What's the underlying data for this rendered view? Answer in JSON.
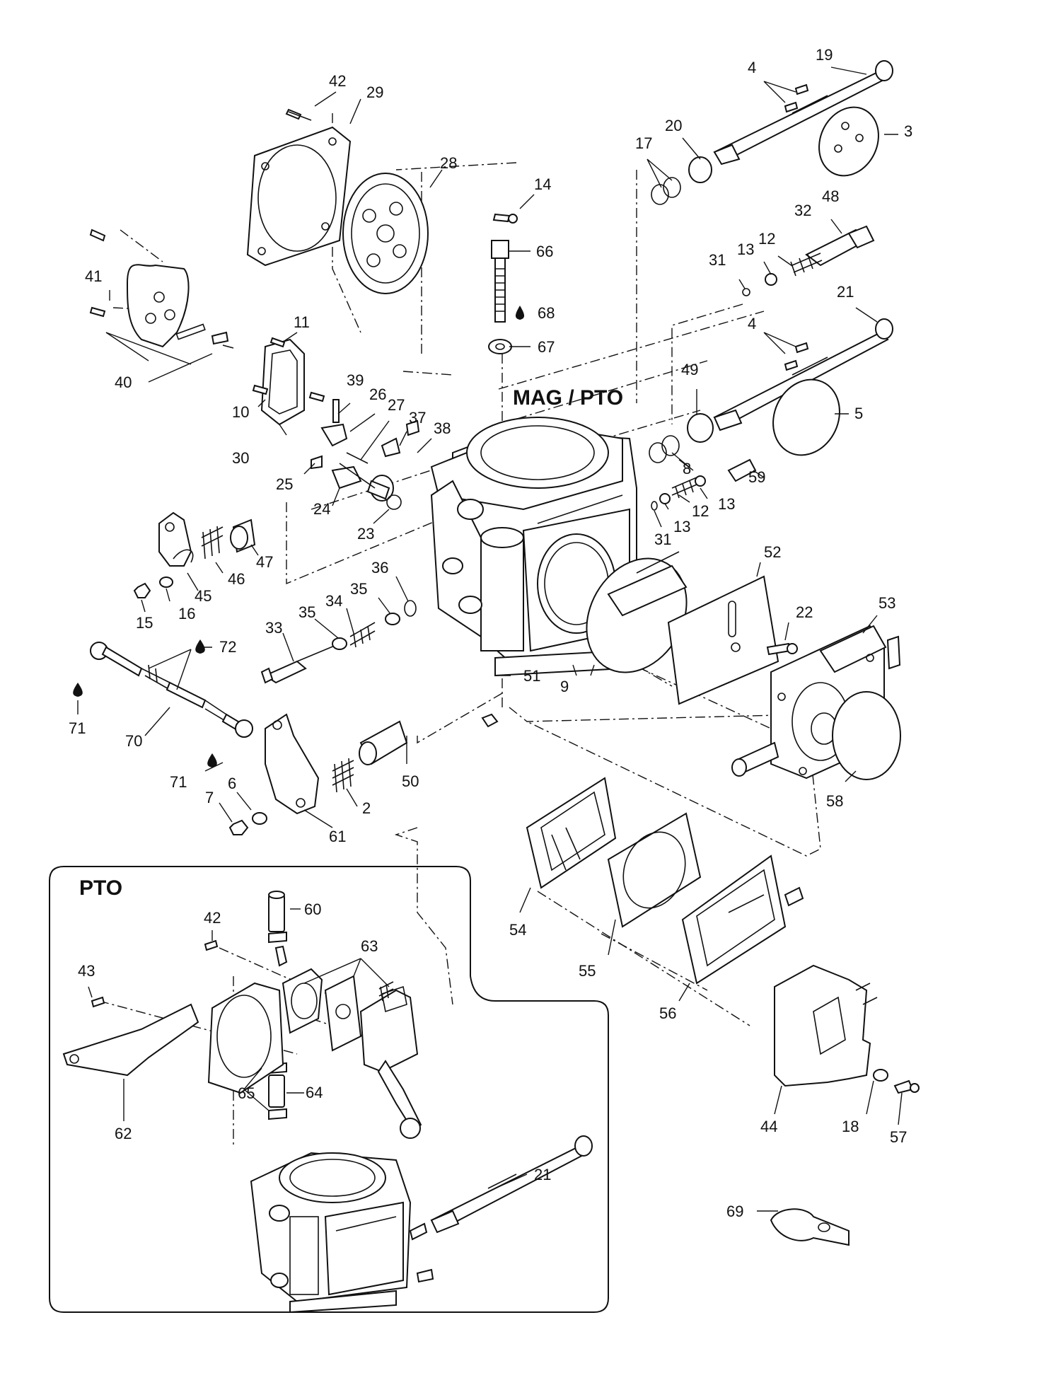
{
  "titles": {
    "main": "MAG / PTO",
    "inset": "PTO"
  },
  "callouts": [
    "42",
    "29",
    "28",
    "19",
    "4",
    "3",
    "17",
    "20",
    "14",
    "66",
    "68",
    "67",
    "41",
    "40",
    "11",
    "10",
    "30",
    "39",
    "26",
    "27",
    "37",
    "38",
    "25",
    "24",
    "23",
    "48",
    "32",
    "13",
    "12",
    "31",
    "21",
    "49",
    "5",
    "8",
    "59",
    "47",
    "46",
    "45",
    "16",
    "15",
    "36",
    "35",
    "34",
    "33",
    "72",
    "71",
    "70",
    "6",
    "7",
    "61",
    "2",
    "50",
    "51",
    "9",
    "52",
    "22",
    "53",
    "58",
    "54",
    "55",
    "56",
    "44",
    "18",
    "57",
    "60",
    "63",
    "43",
    "65",
    "64",
    "62",
    "69"
  ],
  "lubricant_icon": "oil-drop-icon"
}
